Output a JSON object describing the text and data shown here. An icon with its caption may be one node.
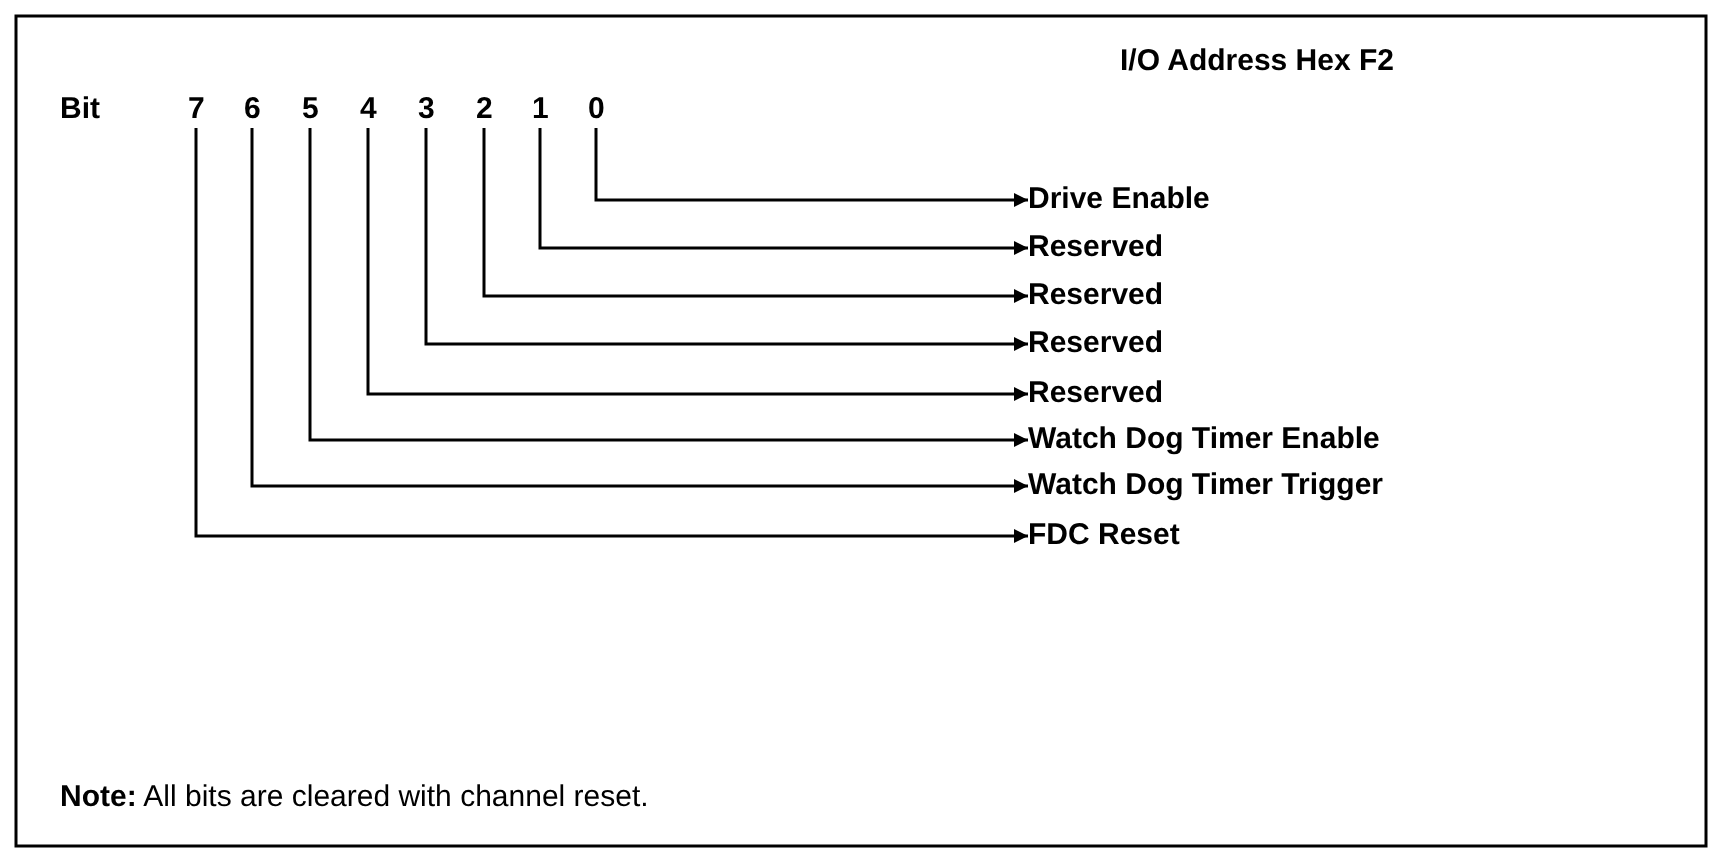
{
  "diagram": {
    "title": "I/O Address Hex F2",
    "nodes": [
      {
        "text": [
          "7"
        ]
      },
      {
        "text": [
          "6"
        ]
      },
      {
        "text": [
          "5"
        ]
      },
      {
        "text": [
          "4"
        ]
      },
      {
        "text": [
          "3"
        ]
      },
      {
        "text": [
          "2"
        ]
      },
      {
        "text": [
          "1"
        ]
      },
      {
        "text": [
          "0"
        ]
      },
      {
        "text": [
          "Drive Enable"
        ]
      },
      {
        "text": [
          "Reserved"
        ]
      },
      {
        "text": [
          "Reserved"
        ]
      },
      {
        "text": [
          "Reserved"
        ]
      },
      {
        "text": [
          "Reserved"
        ]
      },
      {
        "text": [
          "Watch Dog Timer Enable"
        ]
      },
      {
        "text": [
          "Watch Dog Timer Trigger"
        ]
      },
      {
        "text": [
          "FDC Reset"
        ]
      }
    ],
    "edges": [
      {
        "from": 7,
        "to": 8,
        "arrow": "to"
      },
      {
        "from": 6,
        "to": 9,
        "arrow": "to"
      },
      {
        "from": 5,
        "to": 10,
        "arrow": "to"
      },
      {
        "from": 4,
        "to": 11,
        "arrow": "to"
      },
      {
        "from": 3,
        "to": 12,
        "arrow": "to"
      },
      {
        "from": 2,
        "to": 13,
        "arrow": "to"
      },
      {
        "from": 1,
        "to": 14,
        "arrow": "to"
      },
      {
        "from": 0,
        "to": 15,
        "arrow": "to"
      }
    ],
    "labels": [
      "Bit",
      "**Note:** All bits are cleared with channel reset."
    ]
  }
}
